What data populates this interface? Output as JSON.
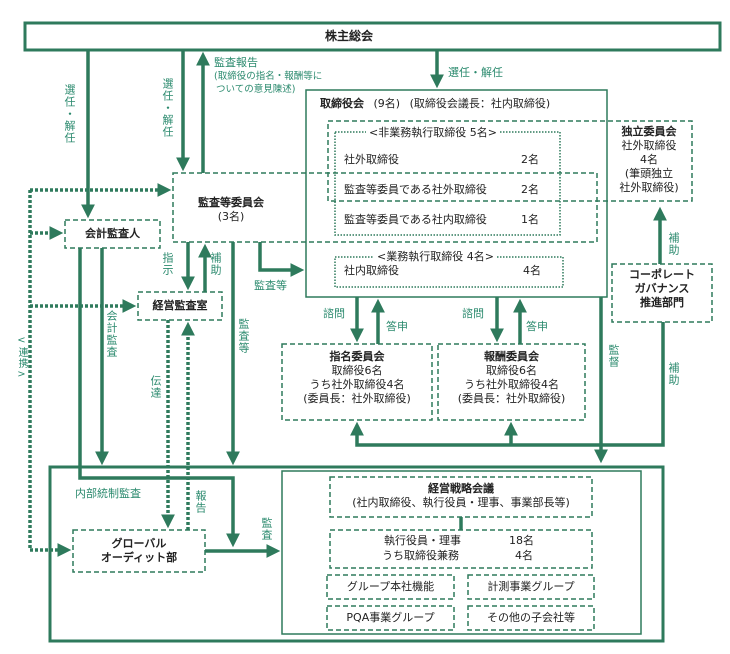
{
  "shareholders": "株主総会",
  "labels": {
    "appoint_dismiss_1": "選任・解任",
    "appoint_dismiss_2": "選任・解任",
    "appoint_dismiss_3": "選任・解任",
    "audit_report": "監査報告",
    "audit_report_note_1": "(取締役の指名・報酬等に",
    "audit_report_note_2": "ついての意見陳述)",
    "instruct": "指示",
    "assist_1": "補助",
    "assist_2": "補助",
    "assist_3": "補助",
    "audit_etc_1": "監査等",
    "audit_etc_2": "監査等",
    "accounting_audit": "会計監査",
    "coordination": "<連携>",
    "transmit": "伝達",
    "report": "報告",
    "consult_1": "諮問",
    "consult_2": "諮問",
    "answer_1": "答申",
    "answer_2": "答申",
    "supervise": "監督",
    "internal_control_audit": "内部統制監査",
    "audit": "監査"
  },
  "board": {
    "title": "取締役会",
    "count": "(9名)",
    "chair": "(取締役会議長：社内取締役)",
    "non_exec_header": "<非業務執行取締役 5名>",
    "rows": [
      {
        "label": "社外取締役",
        "count": "2名"
      },
      {
        "label": "監査等委員である社外取締役",
        "count": "2名"
      },
      {
        "label": "監査等委員である社内取締役",
        "count": "1名"
      }
    ],
    "exec_header": "<業務執行取締役 4名>",
    "exec_row": {
      "label": "社内取締役",
      "count": "4名"
    }
  },
  "independent_committee": {
    "title": "独立委員会",
    "line1": "社外取締役",
    "line2": "4名",
    "line3": "(筆頭独立",
    "line4": "社外取締役)"
  },
  "cg_dept": {
    "line1": "コーポレート",
    "line2": "ガバナンス",
    "line3": "推進部門"
  },
  "audit_committee": {
    "title": "監査等委員会",
    "count": "(3名)"
  },
  "accounting_auditor": "会計監査人",
  "management_audit_office": "経営監査室",
  "nomination_committee": {
    "title": "指名委員会",
    "line1": "取締役6名",
    "line2": "うち社外取締役4名",
    "line3": "(委員長：社外取締役)"
  },
  "compensation_committee": {
    "title": "報酬委員会",
    "line1": "取締役6名",
    "line2": "うち社外取締役4名",
    "line3": "(委員長：社外取締役)"
  },
  "global_audit": {
    "line1": "グローバル",
    "line2": "オーディット部"
  },
  "strategy_meeting": {
    "title": "経営戦略会議",
    "members": "(社内取締役、執行役員・理事、事業部長等)"
  },
  "officers": {
    "line1_label": "執行役員・理事",
    "line1_count": "18名",
    "line2_label": "うち取締役兼務",
    "line2_count": "4名"
  },
  "units": [
    "グループ本社機能",
    "計測事業グループ",
    "PQA事業グループ",
    "その他の子会社等"
  ],
  "colors": {
    "green": "#2e7a5c",
    "label": "#2b8a6e"
  }
}
